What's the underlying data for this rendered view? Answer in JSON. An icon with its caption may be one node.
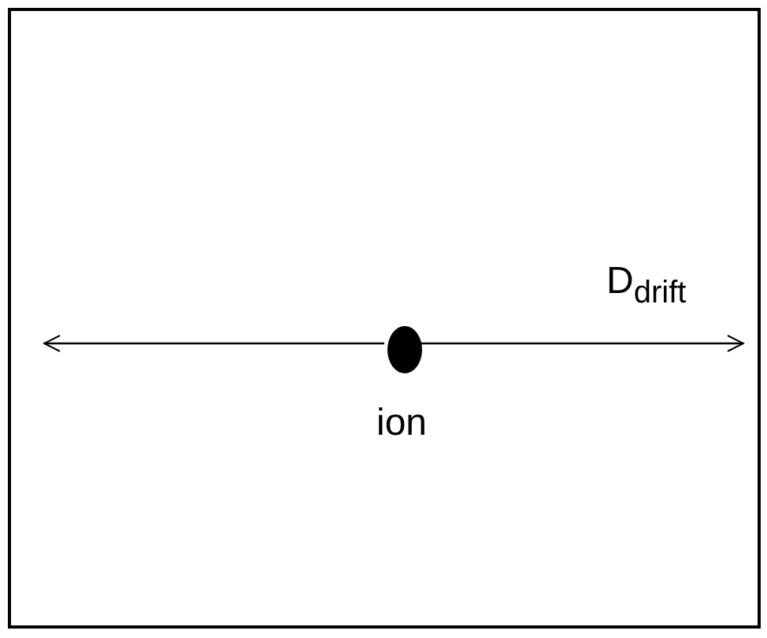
{
  "diagram": {
    "nodes": [
      {
        "text": [],
        "shape": "box"
      },
      {
        "text": [],
        "shape": "circle",
        "beside": [
          "ion"
        ],
        "in": 0
      }
    ],
    "edges": [
      {
        "from": 1,
        "to": null,
        "arrow": "to"
      },
      {
        "from": 1,
        "to": null,
        "arrow": "to"
      }
    ],
    "labels": [
      "D$_{drift}$"
    ]
  }
}
